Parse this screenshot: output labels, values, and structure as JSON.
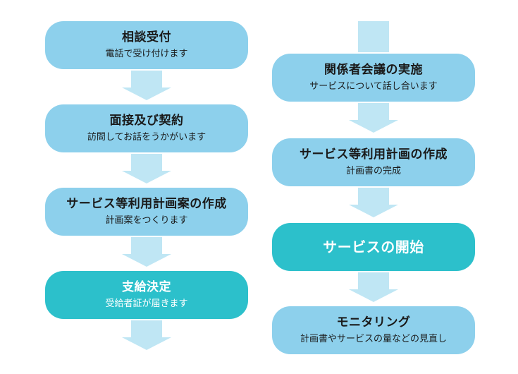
{
  "left_column": [
    {
      "title": "相談受付",
      "sub": "電話で受け付けます",
      "style": "light"
    },
    {
      "title": "面接及び契約",
      "sub": "訪問してお話をうかがいます",
      "style": "light"
    },
    {
      "title": "サービス等利用計画案の作成",
      "sub": "計画案をつくります",
      "style": "light"
    },
    {
      "title": "支給決定",
      "sub": "受給者証が届きます",
      "style": "teal"
    }
  ],
  "right_column": [
    {
      "title": "関係者会議の実施",
      "sub": "サービスについて話し合います",
      "style": "light"
    },
    {
      "title": "サービス等利用計画の作成",
      "sub": "計画書の完成",
      "style": "light"
    },
    {
      "title": "サービスの開始",
      "sub": "",
      "style": "teal"
    },
    {
      "title": "モニタリング",
      "sub": "計画書やサービスの量などの見直し",
      "style": "light"
    }
  ],
  "colors": {
    "box_light": "#8dd0ec",
    "box_teal": "#2cc0cb",
    "arrow": "#bfe6f4"
  }
}
